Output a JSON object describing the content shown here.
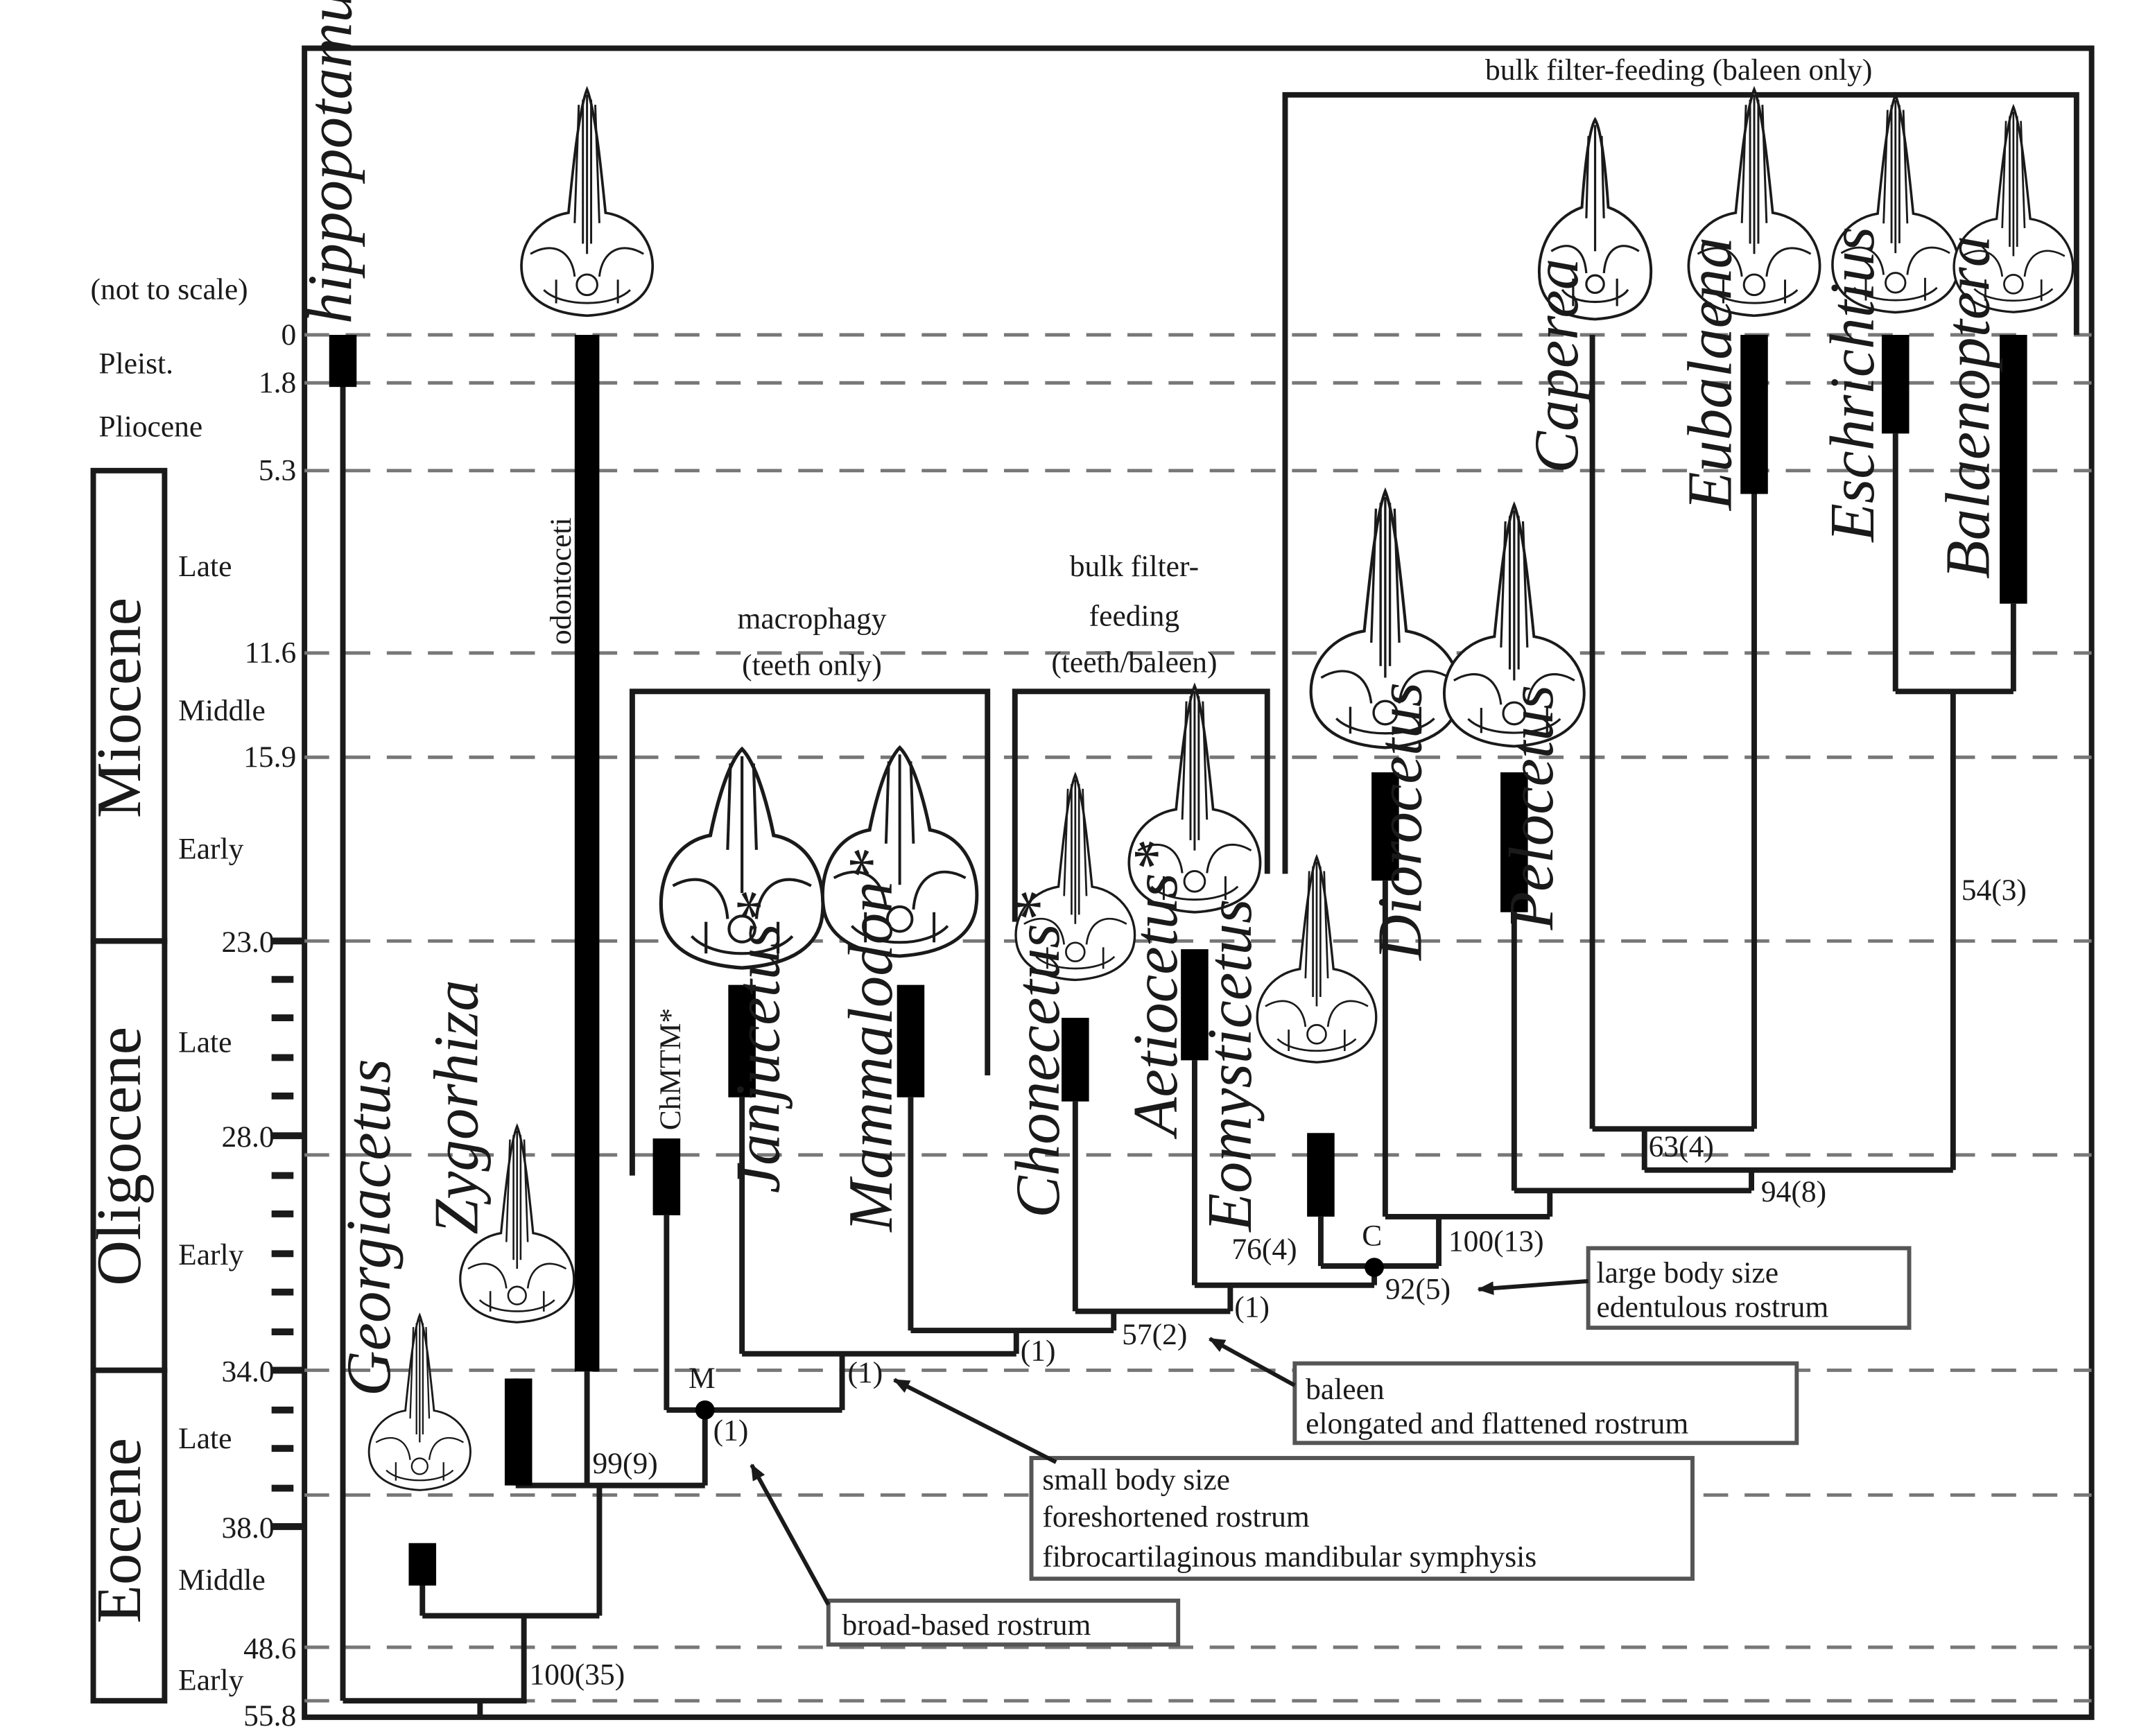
{
  "figure": {
    "not_to_scale": "(not to scale)",
    "time_scale": {
      "epochs": [
        {
          "name": "Pleist.",
          "subdivisions": []
        },
        {
          "name": "Pliocene",
          "subdivisions": []
        },
        {
          "name": "Miocene",
          "subdivisions": [
            "Late",
            "Middle",
            "Early"
          ]
        },
        {
          "name": "Oligocene",
          "subdivisions": [
            "Late",
            "Early"
          ]
        },
        {
          "name": "Eocene",
          "subdivisions": [
            "Late",
            "Middle",
            "Early"
          ]
        }
      ],
      "ages": [
        "0",
        "1.8",
        "5.3",
        "11.6",
        "15.9",
        "23.0",
        "28.0",
        "34.0",
        "38.0",
        "48.6",
        "55.8"
      ]
    },
    "taxa": {
      "hippopotamus": "hippopotamus",
      "odontoceti": "odontoceti",
      "georgiacetus": "Georgiacetus",
      "zygorhiza": "Zygorhiza",
      "chmtm": "ChMTM*",
      "janjucetus": "Janjucetus*",
      "mammalodon": "Mammalodon*",
      "chonecetus": "Chonecetus*",
      "aetiocetus": "Aetiocetus*",
      "eomysticetus": "Eomysticetus",
      "diorocetus": "Diorocetus",
      "pelocetus": "Pelocetus",
      "caperea": "Caperea",
      "eubalaena": "Eubalaena",
      "eschrichtius": "Eschrichtius",
      "balaenoptera": "Balaenoptera"
    },
    "groups": {
      "macrophagy": [
        "macrophagy",
        "(teeth only)"
      ],
      "bulk_filter_teeth_baleen": [
        "bulk filter-",
        "feeding",
        "(teeth/baleen)"
      ],
      "bulk_filter_baleen_only": "bulk filter-feeding (baleen only)"
    },
    "node_labels": {
      "n100_35": "100(35)",
      "n99_9": "99(9)",
      "m_label": "M",
      "m_support": "(1)",
      "mammalodontid_support": "(1)",
      "n1_a": "(1)",
      "n57_2": "57(2)",
      "n1_b": "(1)",
      "n76_4": "76(4)",
      "c_label": "C",
      "n92_5": "92(5)",
      "n100_13": "100(13)",
      "n94_8": "94(8)",
      "n63_4": "63(4)",
      "n54_3": "54(3)"
    },
    "annotations": {
      "broad_rostrum": "broad-based rostrum",
      "small_body": [
        "small body size",
        "foreshortened rostrum",
        "fibrocartilaginous mandibular symphysis"
      ],
      "baleen": [
        "baleen",
        "elongated and flattened rostrum"
      ],
      "large_body": [
        "large body size",
        "edentulous rostrum"
      ]
    }
  }
}
